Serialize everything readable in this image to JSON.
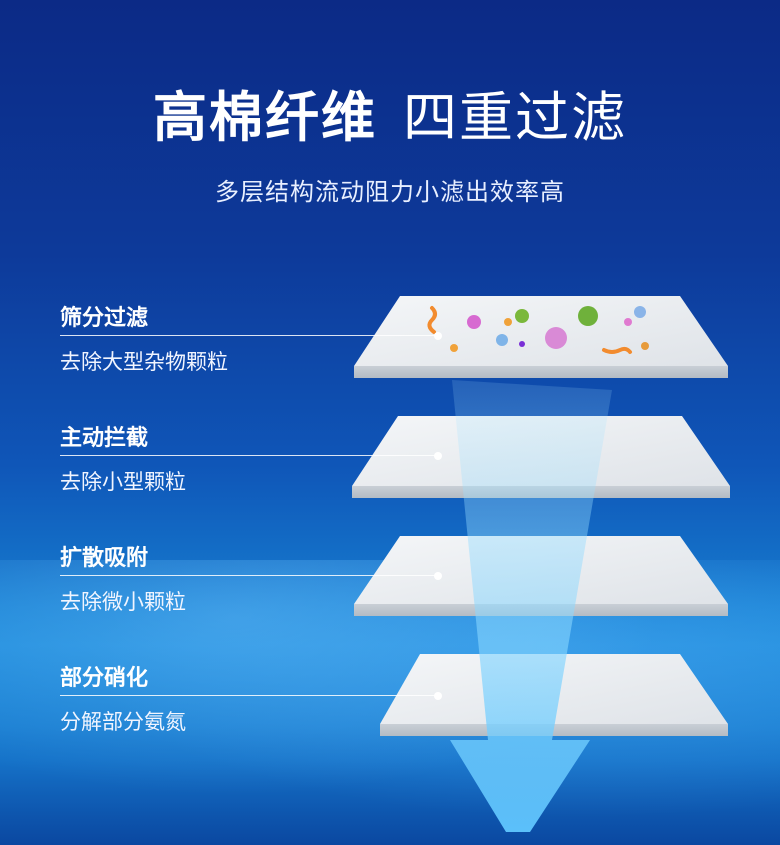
{
  "header": {
    "title_bold": "高棉纤维",
    "title_light": "四重过滤",
    "subtitle": "多层结构流动阻力小滤出效率高"
  },
  "layers": [
    {
      "name": "筛分过滤",
      "desc": "去除大型杂物颗粒"
    },
    {
      "name": "主动拦截",
      "desc": "去除小型颗粒"
    },
    {
      "name": "扩散吸附",
      "desc": "去除微小颗粒"
    },
    {
      "name": "部分硝化",
      "desc": "分解部分氨氮"
    }
  ],
  "colors": {
    "background_top": "#0c2a86",
    "background_bottom": "#167ccf",
    "filter_sheet": "#e9ecef",
    "arrow": "#7fd4ff"
  },
  "icons": [
    "bacteria-icon",
    "virus-icon",
    "flow-arrow-icon"
  ]
}
